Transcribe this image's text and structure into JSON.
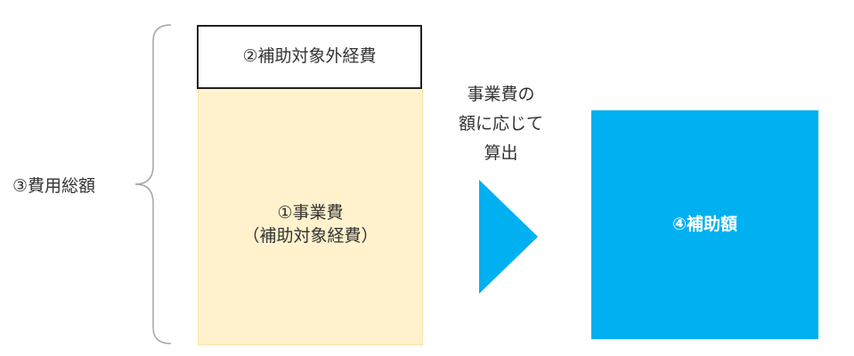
{
  "diagram": {
    "total_cost_label": "③費用総額",
    "excluded_cost_label": "②補助対象外経費",
    "business_cost": {
      "line1": "①事業費",
      "line2": "（補助対象経費）"
    },
    "calc_note": {
      "line1": "事業費の",
      "line2": "額に応じて",
      "line3": "算出"
    },
    "subsidy_label": "④補助額"
  },
  "colors": {
    "business_fill": "#fff2cc",
    "subsidy_fill": "#00b0f0",
    "arrow_fill": "#00b0f0",
    "brace_stroke": "#a6a6a6",
    "border": "#222222"
  }
}
